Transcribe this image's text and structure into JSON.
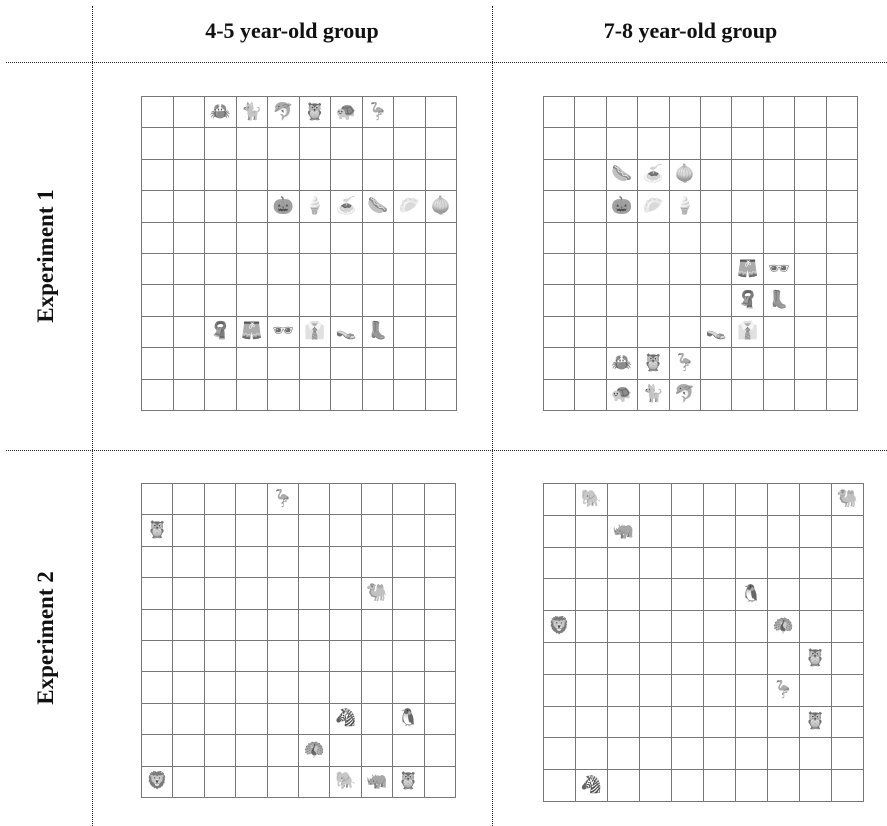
{
  "headers": {
    "col1": "4-5 year-old group",
    "col2": "7-8 year-old group"
  },
  "rows": {
    "row1": "Experiment 1",
    "row2": "Experiment 2"
  },
  "grids": [
    {
      "id": "exp1-45",
      "rows": 10,
      "cols": 10,
      "items": [
        {
          "r": 0,
          "c": 2,
          "icon": "crab-icon"
        },
        {
          "r": 0,
          "c": 3,
          "icon": "cat-icon"
        },
        {
          "r": 0,
          "c": 4,
          "icon": "dolphin-icon"
        },
        {
          "r": 0,
          "c": 5,
          "icon": "owl-icon"
        },
        {
          "r": 0,
          "c": 6,
          "icon": "turtle-icon"
        },
        {
          "r": 0,
          "c": 7,
          "icon": "flamingo-icon"
        },
        {
          "r": 3,
          "c": 4,
          "icon": "pumpkin-icon"
        },
        {
          "r": 3,
          "c": 5,
          "icon": "ice-cream-icon"
        },
        {
          "r": 3,
          "c": 6,
          "icon": "spaghetti-icon"
        },
        {
          "r": 3,
          "c": 7,
          "icon": "hotdog-icon"
        },
        {
          "r": 3,
          "c": 8,
          "icon": "squash-icon"
        },
        {
          "r": 3,
          "c": 9,
          "icon": "onion-icon"
        },
        {
          "r": 7,
          "c": 2,
          "icon": "scarf-icon"
        },
        {
          "r": 7,
          "c": 3,
          "icon": "shorts-icon"
        },
        {
          "r": 7,
          "c": 4,
          "icon": "sunglasses-icon"
        },
        {
          "r": 7,
          "c": 5,
          "icon": "tie-icon"
        },
        {
          "r": 7,
          "c": 6,
          "icon": "sandals-icon"
        },
        {
          "r": 7,
          "c": 7,
          "icon": "boots-icon"
        }
      ]
    },
    {
      "id": "exp1-78",
      "rows": 10,
      "cols": 10,
      "items": [
        {
          "r": 2,
          "c": 2,
          "icon": "hotdog-icon"
        },
        {
          "r": 2,
          "c": 3,
          "icon": "spaghetti-icon"
        },
        {
          "r": 2,
          "c": 4,
          "icon": "onion-icon"
        },
        {
          "r": 3,
          "c": 2,
          "icon": "pumpkin-icon"
        },
        {
          "r": 3,
          "c": 3,
          "icon": "squash-icon"
        },
        {
          "r": 3,
          "c": 4,
          "icon": "ice-cream-icon"
        },
        {
          "r": 5,
          "c": 6,
          "icon": "shorts-icon"
        },
        {
          "r": 5,
          "c": 7,
          "icon": "sunglasses-icon"
        },
        {
          "r": 6,
          "c": 6,
          "icon": "scarf-icon"
        },
        {
          "r": 6,
          "c": 7,
          "icon": "boots-icon"
        },
        {
          "r": 7,
          "c": 5,
          "icon": "sandals-icon"
        },
        {
          "r": 7,
          "c": 6,
          "icon": "tie-icon"
        },
        {
          "r": 8,
          "c": 2,
          "icon": "crab-icon"
        },
        {
          "r": 8,
          "c": 3,
          "icon": "owl-icon"
        },
        {
          "r": 8,
          "c": 4,
          "icon": "flamingo-icon"
        },
        {
          "r": 9,
          "c": 2,
          "icon": "turtle-icon"
        },
        {
          "r": 9,
          "c": 3,
          "icon": "cat-icon"
        },
        {
          "r": 9,
          "c": 4,
          "icon": "dolphin-icon"
        }
      ]
    },
    {
      "id": "exp2-45",
      "rows": 10,
      "cols": 10,
      "items": [
        {
          "r": 0,
          "c": 4,
          "icon": "flamingo-icon"
        },
        {
          "r": 1,
          "c": 0,
          "icon": "owl-icon"
        },
        {
          "r": 3,
          "c": 7,
          "icon": "camel-icon"
        },
        {
          "r": 7,
          "c": 6,
          "icon": "zebra-icon"
        },
        {
          "r": 7,
          "c": 8,
          "icon": "penguin-icon"
        },
        {
          "r": 8,
          "c": 5,
          "icon": "peacock-icon"
        },
        {
          "r": 9,
          "c": 0,
          "icon": "lion-icon"
        },
        {
          "r": 9,
          "c": 6,
          "icon": "elephant-icon"
        },
        {
          "r": 9,
          "c": 7,
          "icon": "rhino-icon"
        },
        {
          "r": 9,
          "c": 8,
          "icon": "owl-icon"
        }
      ]
    },
    {
      "id": "exp2-78",
      "rows": 10,
      "cols": 10,
      "items": [
        {
          "r": 0,
          "c": 1,
          "icon": "elephant-icon"
        },
        {
          "r": 0,
          "c": 9,
          "icon": "camel-icon"
        },
        {
          "r": 1,
          "c": 2,
          "icon": "rhino-icon"
        },
        {
          "r": 3,
          "c": 6,
          "icon": "penguin-icon"
        },
        {
          "r": 4,
          "c": 0,
          "icon": "lion-icon"
        },
        {
          "r": 4,
          "c": 7,
          "icon": "peacock-icon"
        },
        {
          "r": 5,
          "c": 8,
          "icon": "owl-icon"
        },
        {
          "r": 6,
          "c": 7,
          "icon": "flamingo-icon"
        },
        {
          "r": 7,
          "c": 8,
          "icon": "owl-icon"
        },
        {
          "r": 9,
          "c": 1,
          "icon": "zebra-icon"
        }
      ]
    }
  ]
}
